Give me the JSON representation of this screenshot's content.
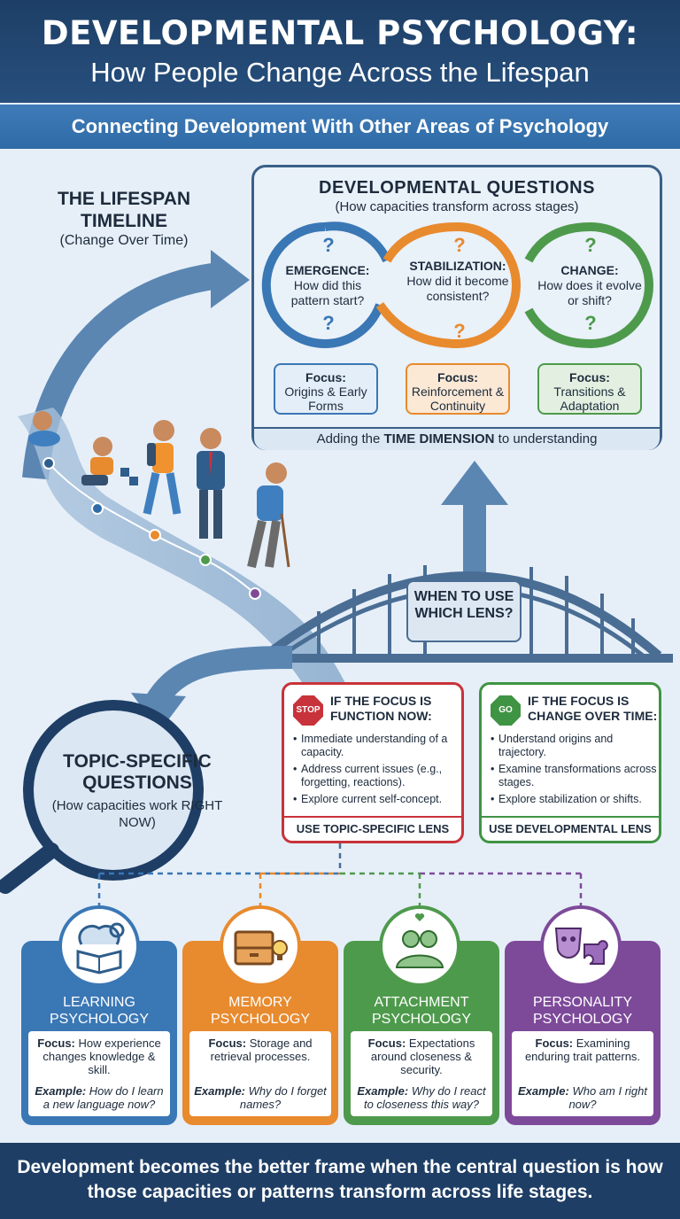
{
  "header": {
    "title": "DEVELOPMENTAL PSYCHOLOGY:",
    "subtitle": "How People Change Across the Lifespan",
    "banner": "Connecting Development With Other Areas of Psychology"
  },
  "timeline": {
    "title": "THE LIFESPAN TIMELINE",
    "subtitle": "(Change Over Time)"
  },
  "developmental": {
    "title": "DEVELOPMENTAL QUESTIONS",
    "subtitle": "(How capacities transform across stages)",
    "stages": [
      {
        "name": "EMERGENCE:",
        "question": "How did this pattern start?",
        "focus_label": "Focus:",
        "focus": "Origins & Early Forms",
        "color": "#3a77b5"
      },
      {
        "name": "STABILIZATION:",
        "question": "How did it become consistent?",
        "focus_label": "Focus:",
        "focus": "Reinforcement & Continuity",
        "color": "#e88a2e"
      },
      {
        "name": "CHANGE:",
        "question": "How does it evolve or shift?",
        "focus_label": "Focus:",
        "focus": "Transitions & Adaptation",
        "color": "#4e9a4c"
      }
    ],
    "qmark": "?",
    "footer_prefix": "Adding the ",
    "footer_bold": "TIME DIMENSION",
    "footer_suffix": " to understanding"
  },
  "lens_question": "WHEN TO USE WHICH LENS?",
  "rules": {
    "stop": {
      "sign": "STOP",
      "heading": "IF THE FOCUS IS FUNCTION NOW:",
      "items": [
        "Immediate understanding of a capacity.",
        "Address current issues (e.g., forgetting, reactions).",
        "Explore current self-concept."
      ],
      "footer": "USE TOPIC-SPECIFIC LENS",
      "color": "#c8323a"
    },
    "go": {
      "sign": "GO",
      "heading": "IF THE FOCUS IS CHANGE OVER TIME:",
      "items": [
        "Understand origins and trajectory.",
        "Examine transformations across stages.",
        "Explore stabilization or shifts."
      ],
      "footer": "USE DEVELOPMENTAL LENS",
      "color": "#3f9443"
    }
  },
  "topic": {
    "title": "TOPIC-SPECIFIC QUESTIONS",
    "subtitle": "(How capacities work RIGHT NOW)"
  },
  "cards": [
    {
      "title": "LEARNING PSYCHOLOGY",
      "focus_label": "Focus:",
      "focus": "How experience changes knowledge & skill.",
      "example_label": "Example:",
      "example": "How do I learn a new language now?",
      "color": "#3a77b5",
      "icon": "brain-book-icon"
    },
    {
      "title": "MEMORY PSYCHOLOGY",
      "focus_label": "Focus:",
      "focus": "Storage and retrieval processes.",
      "example_label": "Example:",
      "example": "Why do I forget names?",
      "color": "#e88a2e",
      "icon": "file-drawer-lightbulb-icon"
    },
    {
      "title": "ATTACHMENT PSYCHOLOGY",
      "focus_label": "Focus:",
      "focus": "Expectations around closeness & security.",
      "example_label": "Example:",
      "example": "Why do I react to closeness this way?",
      "color": "#4e9a4c",
      "icon": "embracing-people-icon"
    },
    {
      "title": "PERSONALITY PSYCHOLOGY",
      "focus_label": "Focus:",
      "focus": "Examining enduring trait patterns.",
      "example_label": "Example:",
      "example": "Who am I right now?",
      "color": "#7d4a9a",
      "icon": "masks-puzzle-icon"
    }
  ],
  "footer": "Development becomes the better frame when the central question is how those capacities or patterns transform across life stages."
}
